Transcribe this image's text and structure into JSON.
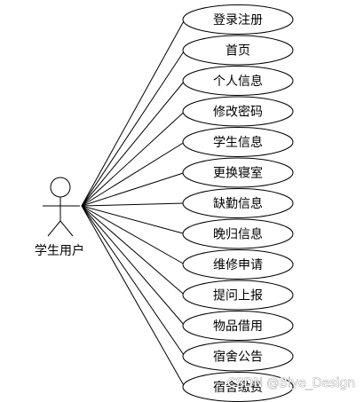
{
  "actor": {
    "label": "学生用户"
  },
  "use_cases": [
    "登录注册",
    "首页",
    "个人信息",
    "修改密码",
    "学生信息",
    "更换寝室",
    "缺勤信息",
    "晚归信息",
    "维修申请",
    "提问上报",
    "物品借用",
    "宿舍公告",
    "宿舍缴费"
  ],
  "watermark": "CSDN @Biye_Design"
}
